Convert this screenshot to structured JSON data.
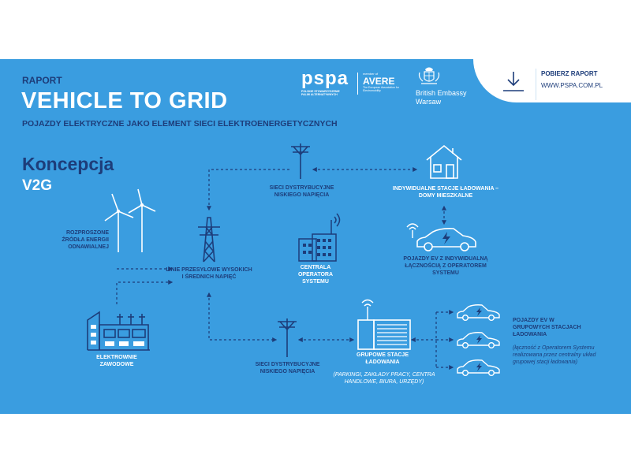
{
  "header": {
    "report_tag": "RAPORT",
    "title": "VEHICLE TO GRID",
    "subtitle": "POJAZDY ELEKTRYCZNE JAKO ELEMENT SIECI ELEKTROENERGETYCZNYCH"
  },
  "logos": {
    "pspa": "pspa",
    "pspa_small": "POLSKIE STOWARZYSZENIE PALIW ALTERNATYWNYCH",
    "avere_member": "member of",
    "avere": "AVERE",
    "avere_small": "The European Association for Electromobility",
    "embassy_line1": "British Embassy",
    "embassy_line2": "Warsaw"
  },
  "download": {
    "label": "POBIERZ RAPORT",
    "url": "WWW.PSPA.COM.PL"
  },
  "concept": {
    "line1": "Koncepcja",
    "line2": "V2G"
  },
  "nodes": {
    "renewables": "ROZPROSZONE ŹRÓDŁA ENERGII ODNAWIALNEJ",
    "transmission": "LINIE PRZESYŁOWE WYSOKICH I ŚREDNICH NAPIĘĆ",
    "power_plant": "ELEKTROWNIE ZAWODOWE",
    "distribution_top": "SIECI DYSTRYBUCYJNE NISKIEGO NAPIĘCIA",
    "distribution_bottom": "SIECI DYSTRYBUCYJNE NISKIEGO NAPIĘCIA",
    "operator": "CENTRALA OPERATORA SYSTEMU",
    "home_stations": "INDYWIDUALNE STACJE ŁADOWANIA – DOMY MIESZKALNE",
    "ev_individual": "POJAZDY EV Z INDYWIDUALNĄ ŁĄCZNOŚCIĄ Z OPERATOREM SYSTEMU",
    "group_stations": "GRUPOWE STACJE ŁADOWANIA",
    "group_stations_note": "(PARKINGI, ZAKŁADY PRACY, CENTRA HANDLOWE, BIURA, URZĘDY)",
    "ev_group": "POJAZDY EV W GRUPOWYCH STACJACH ŁADOWANIA",
    "ev_group_note": "(łączność z Operatorem Systemu realizowana przez centralny układ grupowej stacji ładowania)"
  },
  "colors": {
    "background": "#3a9de0",
    "navy": "#1d3d7a",
    "white": "#ffffff"
  }
}
